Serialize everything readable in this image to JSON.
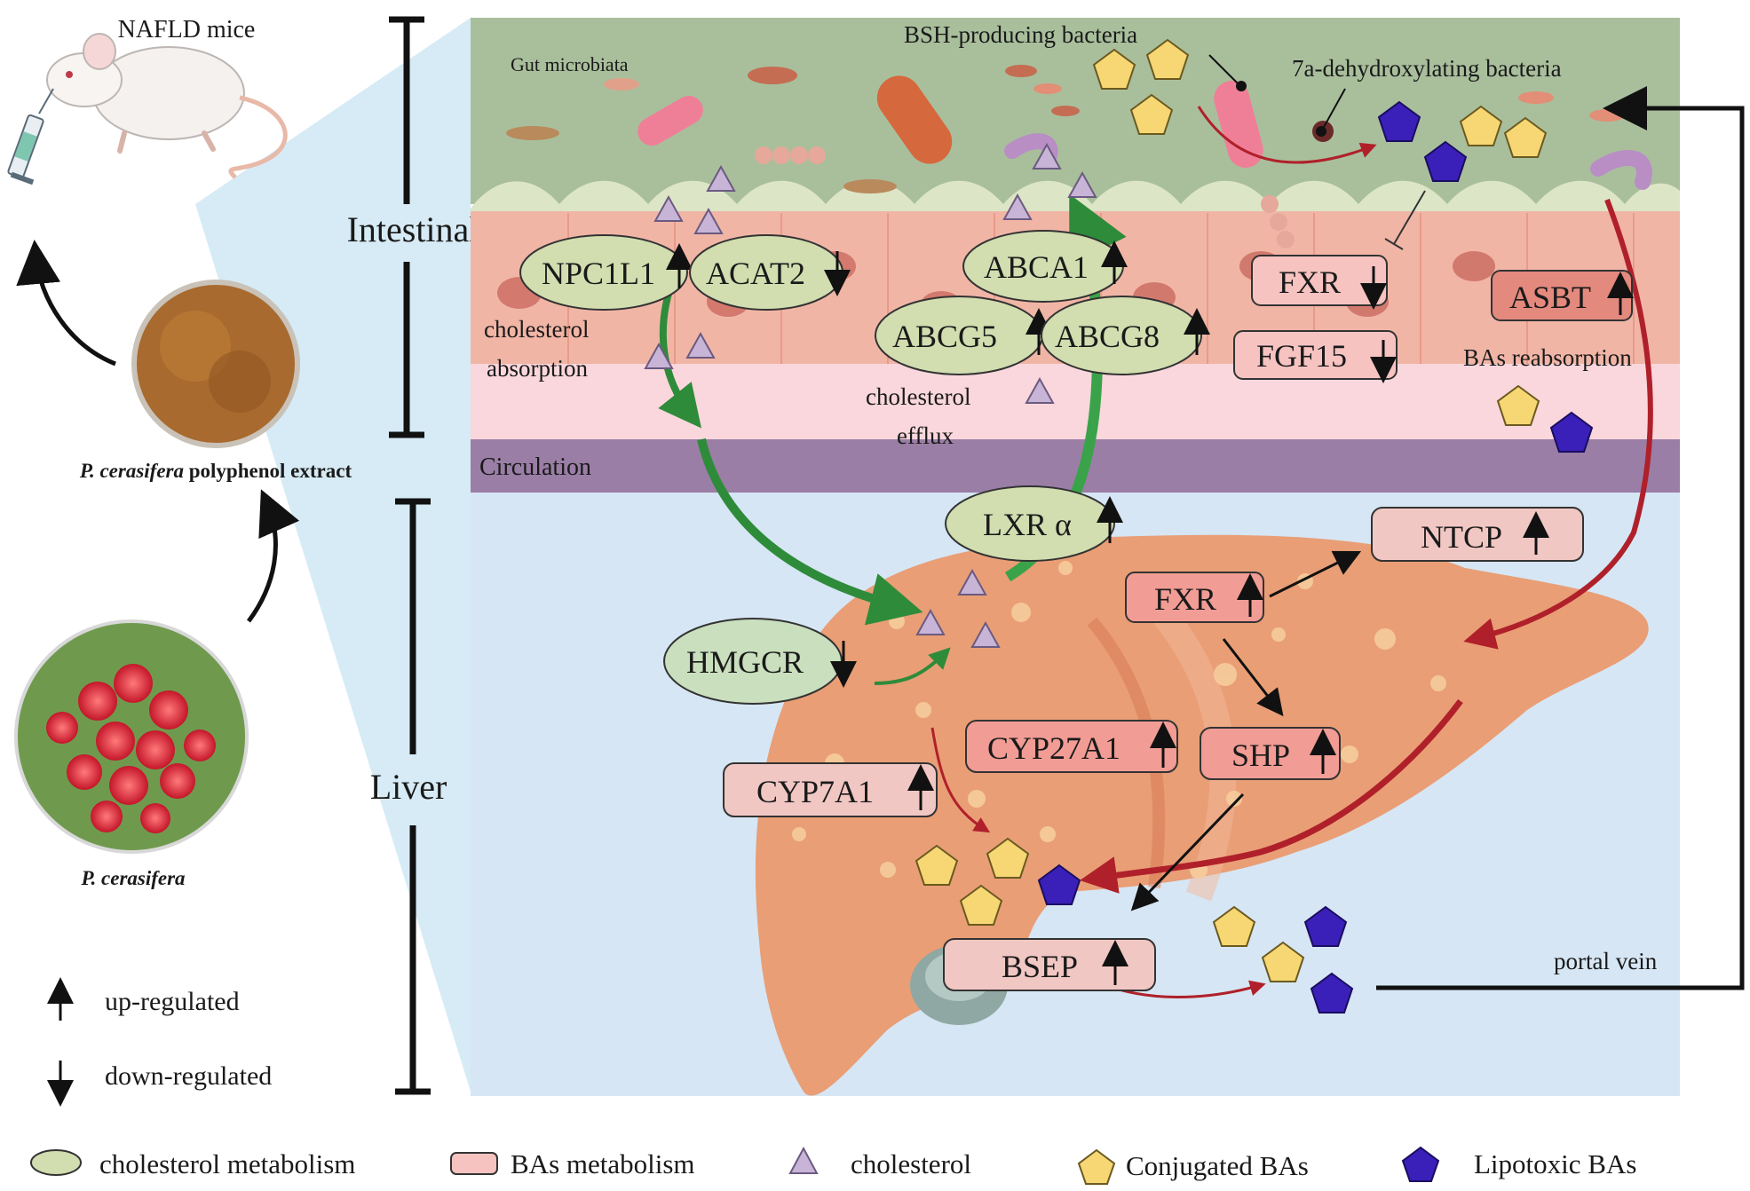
{
  "left_panel": {
    "mice_label": "NAFLD mice",
    "extract_label_italic": "P. cerasifera",
    "extract_label_rest": " polyphenol extract",
    "fruit_label": "P. cerasifera",
    "legend_up": "up-regulated",
    "legend_down": "down-regulated"
  },
  "sections": {
    "intestinal": "Intestinal",
    "circulation": "Circulation",
    "liver": "Liver"
  },
  "gut": {
    "microbiota": "Gut microbiata",
    "bsh_bacteria": "BSH-producing  bacteria",
    "dehydroxylating_bacteria": "7a-dehydroxylating  bacteria"
  },
  "intestinal_proteins": {
    "npc1l1": "NPC1L1",
    "acat2": "ACAT2",
    "abca1": "ABCA1",
    "abcg5": "ABCG5",
    "abcg8": "ABCG8",
    "fxr": "FXR",
    "fgf15": "FGF15",
    "asbt": "ASBT"
  },
  "intestinal_text": {
    "cholesterol_absorption_1": "cholesterol",
    "cholesterol_absorption_2": "absorption",
    "cholesterol_efflux_1": "cholesterol",
    "cholesterol_efflux_2": "efflux",
    "bas_reabsorption": "BAs reabsorption"
  },
  "liver_proteins": {
    "lxra": "LXR α",
    "ntcp": "NTCP",
    "fxr": "FXR",
    "hmgcr": "HMGCR",
    "cyp27a1": "CYP27A1",
    "shp": "SHP",
    "cyp7a1": "CYP7A1",
    "bsep": "BSEP"
  },
  "portal_vein": "portal vein",
  "legend": {
    "cholesterol_metabolism": "cholesterol metabolism",
    "bas_metabolism": "BAs metabolism",
    "cholesterol": "cholesterol",
    "conjugated_bas": "Conjugated BAs",
    "lipotoxic_bas": "Lipotoxic BAs"
  },
  "colors": {
    "gut_bg": "#a9bf9c",
    "epithelium": "#f1b5a6",
    "circulation": "#9a7ea6",
    "liver_bg": "#d6e6f4",
    "liver_organ": "#e99e76",
    "cholesterol_oval": "#d2ddb0",
    "bas_box": "#f6c3c1",
    "cholesterol_triangle": "#c8b4d6",
    "conjugated_pentagon": "#f7d774",
    "lipotoxic_pentagon": "#3a20b8",
    "green_arrow": "#2e8b3a",
    "red_arrow": "#b0202a"
  }
}
